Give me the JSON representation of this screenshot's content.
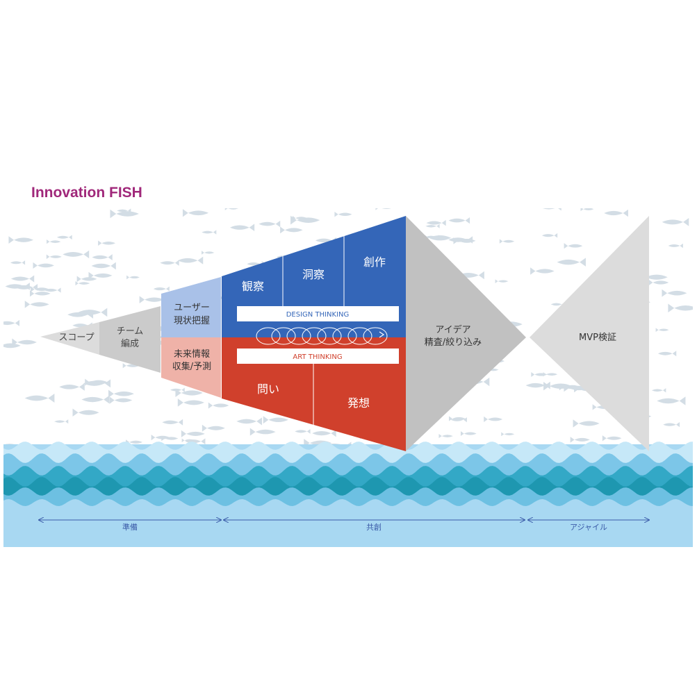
{
  "title": "Innovation FISH",
  "segments": {
    "scope": "スコープ",
    "team": [
      "チーム",
      "編成"
    ],
    "user": [
      "ユーザー",
      "現状把握"
    ],
    "future": [
      "未来情報",
      "収集/予測"
    ],
    "observe": "観察",
    "insight": "洞察",
    "create": "創作",
    "question": "問い",
    "ideate": "発想",
    "idea": [
      "アイデア",
      "精査/絞り込み"
    ],
    "mvp": "MVP検証"
  },
  "bands": {
    "design": "DESIGN THINKING",
    "art": "ART THINKING"
  },
  "phases": {
    "prep": "準備",
    "cocreate": "共創",
    "agile": "アジャイル"
  },
  "colors": {
    "title": "#a0287a",
    "blue": "#3466b8",
    "red": "#d0402c",
    "light_blue": "#a9c1e8",
    "pink": "#efb2a8",
    "gray_light": "#dcdcdc",
    "gray_mid": "#cbcbcb",
    "gray_dark": "#c1c1c1",
    "water": "#a8d8f2",
    "fish": "#d3dde5",
    "axis": "#3a5aa8"
  }
}
